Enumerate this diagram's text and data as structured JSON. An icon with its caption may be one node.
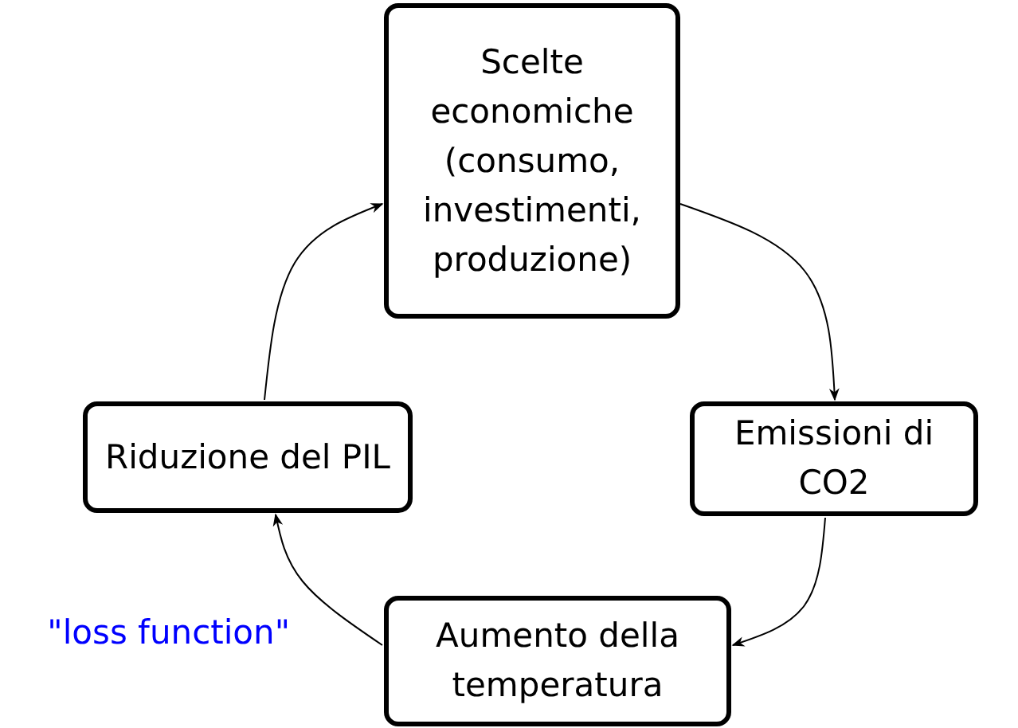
{
  "diagram": {
    "nodes": [
      {
        "text": [
          "Scelte economiche (consumo, investimenti, produzione)"
        ]
      },
      {
        "text": [
          "Riduzione del PIL"
        ]
      },
      {
        "text": [
          "Emissioni di CO2"
        ]
      },
      {
        "text": [
          "Aumento della temperatura"
        ]
      }
    ],
    "edges": [
      {
        "from": 0,
        "to": 2,
        "arrow": "to"
      },
      {
        "from": 2,
        "to": 3,
        "arrow": "to"
      },
      {
        "from": 3,
        "to": 1,
        "arrow": "to",
        "label": "\"loss function\""
      },
      {
        "from": 1,
        "to": 0,
        "arrow": "to"
      }
    ]
  }
}
